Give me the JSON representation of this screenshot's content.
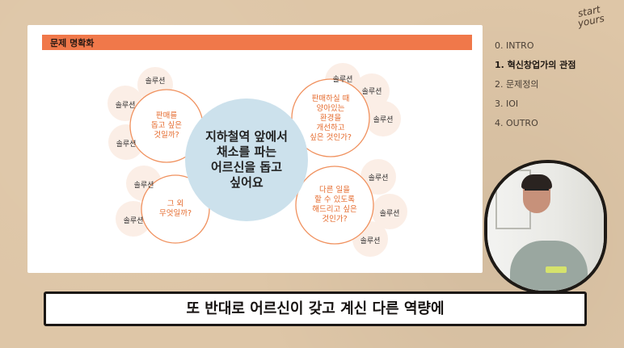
{
  "brand": {
    "logo_line1": "start",
    "logo_line2": "yours"
  },
  "slide": {
    "banner_title": "문제 명확화",
    "center": {
      "line1": "지하철역 앞에서",
      "line2": "채소를 파는",
      "line3": "어르신을 돕고",
      "line4": "싶어요"
    },
    "question_left_top": {
      "line1": "판매를",
      "line2": "돕고 싶은",
      "line3": "것일까?"
    },
    "question_left_bottom": {
      "line1": "그 외",
      "line2": "무엇일까?"
    },
    "question_right_top": {
      "line1": "판매하실 때",
      "line2": "양아있는",
      "line3": "환경을",
      "line4": "개선하고",
      "line5": "싶은 것인가?"
    },
    "question_right_bottom": {
      "line1": "다른 일을",
      "line2": "할 수 있도록",
      "line3": "해드리고 싶은",
      "line4": "것인가?"
    },
    "solution_label": "솔루션"
  },
  "menu": {
    "items": [
      {
        "label": "0. INTRO"
      },
      {
        "label": "1. 혁신창업가의 관점"
      },
      {
        "label": "2. 문제정의"
      },
      {
        "label": "3. IOI"
      },
      {
        "label": "4. OUTRO"
      }
    ],
    "active_index": 1
  },
  "subtitle": "또 반대로 어르신이 갖고 계신 다른 역량에",
  "colors": {
    "accent": "#f0784a",
    "background": "#dec6a7",
    "center_circle": "#cce1ec",
    "pale_circle": "#fbeee6"
  }
}
